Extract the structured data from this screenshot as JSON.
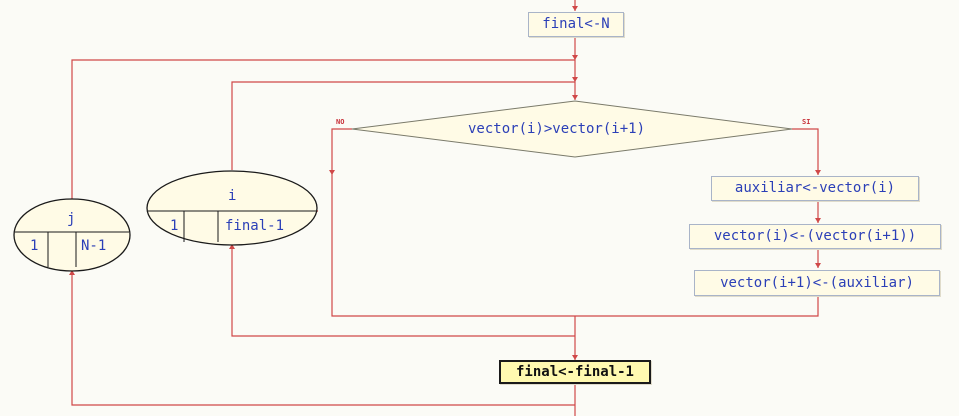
{
  "decision": {
    "condition": "vector(i)>vector(i+1)",
    "false_label": "NO",
    "true_label": "SI"
  },
  "assignments": {
    "init": "final<-N",
    "a1": "auxiliar<-vector(i)",
    "a2": "vector(i)<-(vector(i+1))",
    "a3": "vector(i+1)<-(auxiliar)",
    "update": "final<-final-1"
  },
  "loops": {
    "outer": {
      "var": "j",
      "start": "1",
      "end": "N-1"
    },
    "inner": {
      "var": "i",
      "start": "1",
      "end": "final-1"
    }
  },
  "colors": {
    "wire": "#d04848",
    "text": "#2b3fb7",
    "box_fill": "#fffbe6",
    "background": "#fbfbf6"
  }
}
